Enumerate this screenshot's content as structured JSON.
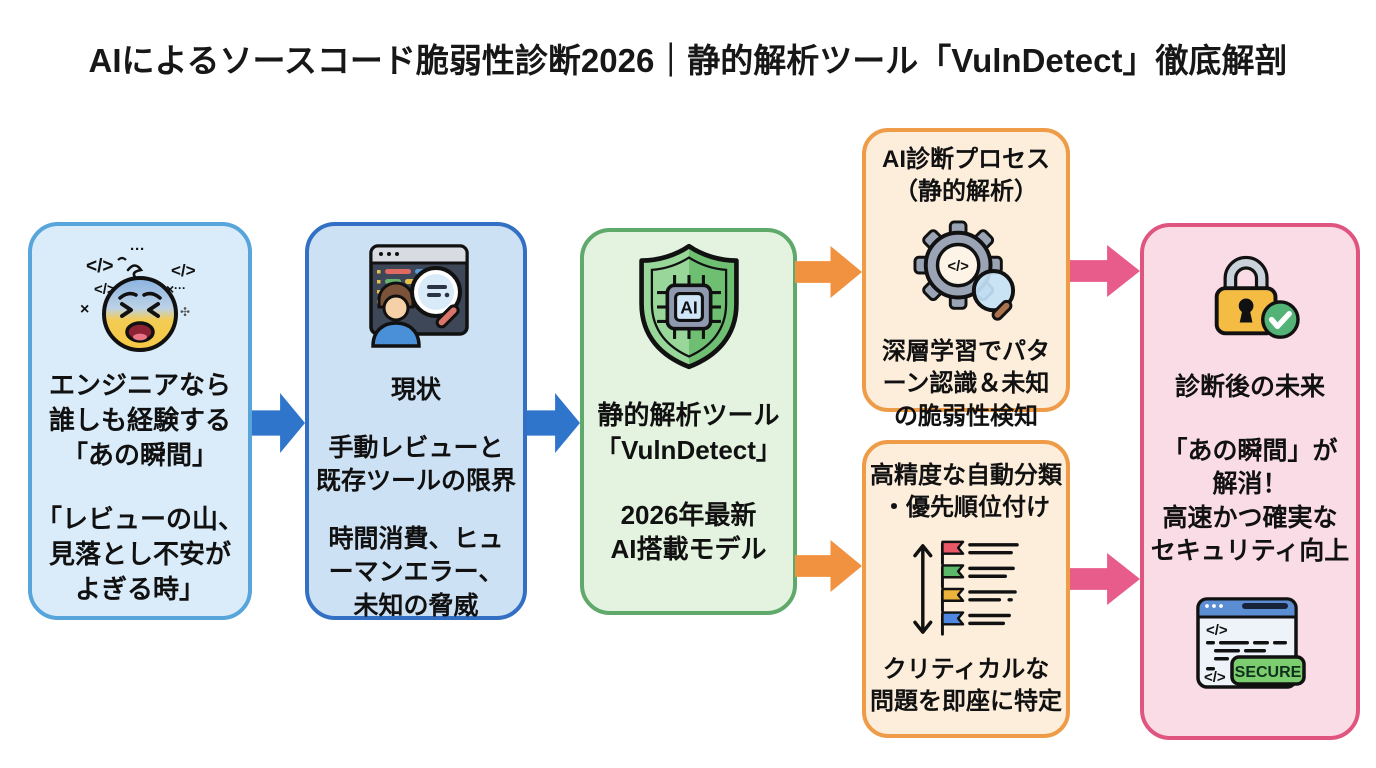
{
  "title": "AIによるソースコード脆弱性診断2026｜静的解析ツール「VulnDetect」徹底解剖",
  "boxes": {
    "problem": {
      "text1": "エンジニアなら\n誰しも経験する\n「あの瞬間」",
      "text2": "「レビューの山、\n見落とし不安が\nよぎる時」"
    },
    "current": {
      "title": "現状",
      "text1": "手動レビューと\n既存ツールの限界",
      "text2": "時間消費、ヒュ\nーマンエラー、\n未知の脅威"
    },
    "tool": {
      "text1": "静的解析ツール\n「VulnDetect」",
      "text2": "2026年最新\nAI搭載モデル"
    },
    "analysis": {
      "title": "AI診断プロセス\n（静的解析）",
      "text": "深層学習でパタ\nーン認識＆未知\nの脆弱性検知"
    },
    "triage": {
      "title": "高精度な自動分類\n・優先順位付け",
      "text": "クリティカルな\n問題を即座に特定"
    },
    "future": {
      "title": "診断後の未来",
      "text": "「あの瞬間」が\n解消！\n高速かつ確実な\nセキュリティ向上"
    }
  },
  "icons": {
    "ai_label": "AI",
    "code_glyph": "</>",
    "secure_label": "SECURE",
    "dots": "···"
  },
  "palette": {
    "blue_light_bg": "#daecf9",
    "blue_light_border": "#58a5dc",
    "blue_bg": "#cde1f5",
    "blue_border": "#3370c3",
    "green_bg": "#e3f3e0",
    "green_border": "#5fa96b",
    "orange_bg": "#fdeedc",
    "orange_border": "#ee9c48",
    "pink_bg": "#fadce6",
    "pink_border": "#e0557f",
    "arrow_blue": "#2e75cb",
    "arrow_orange": "#f0923f",
    "arrow_pink": "#e75c8b"
  }
}
